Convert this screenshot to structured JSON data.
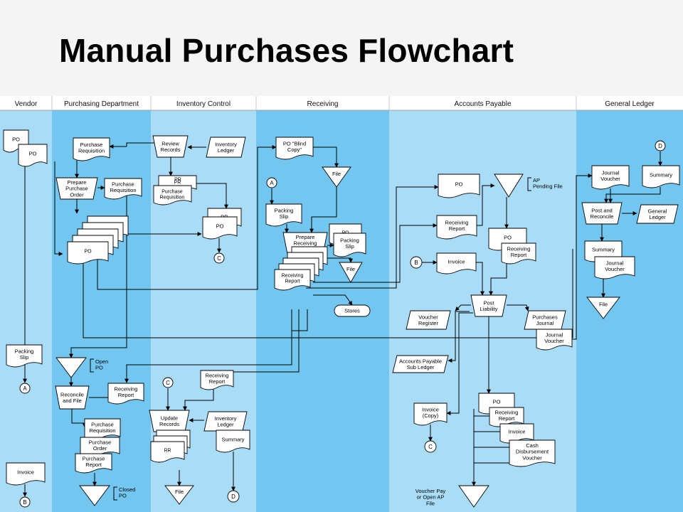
{
  "title": "Manual Purchases Flowchart",
  "colors": {
    "lane_light": "#a9dcf6",
    "lane_dark": "#73c6ef",
    "header_bg": "#ffffff",
    "doc_fill": "#ffffff",
    "line": "#000000"
  },
  "lanes": [
    "Vendor",
    "Purchasing Department",
    "Inventory Control",
    "Receiving",
    "Accounts Payable",
    "General Ledger"
  ],
  "labels": {
    "po": "PO",
    "purchase_requisition": [
      "Purchase",
      "Requisition"
    ],
    "prepare_purchase_order": [
      "Prepare",
      "Purchase",
      "Order"
    ],
    "review_records": [
      "Review",
      "Records"
    ],
    "inventory_ledger": [
      "Inventory",
      "Ledger"
    ],
    "pr": "PR",
    "po_blind_copy": [
      "PO \"Blind",
      "Copy\""
    ],
    "file": "File",
    "packing_slip": [
      "Packing",
      "Slip"
    ],
    "prepare_receiving_report": [
      "Prepare",
      "Receiving",
      "Report"
    ],
    "rr": "RR",
    "receiving_report": [
      "Receiving",
      "Report"
    ],
    "stores": "Stores",
    "ap_pending_file": [
      "AP",
      "Pending File"
    ],
    "invoice": "Invoice",
    "post_liability": [
      "Post",
      "Liability"
    ],
    "voucher_register": [
      "Voucher",
      "Register"
    ],
    "purchases_journal": [
      "Purchases",
      "Journal"
    ],
    "journal_voucher": [
      "Journal",
      "Voucher"
    ],
    "accounts_payable_sub_ledger": [
      "Accounts Payable",
      "Sub Ledger"
    ],
    "invoice_copy": [
      "Invoice",
      "(Copy)"
    ],
    "cash_disbursement_voucher": [
      "Cash",
      "Disbursement",
      "Voucher"
    ],
    "voucher_pay_or_open_ap_file": [
      "Voucher Pay",
      "or Open AP",
      "File"
    ],
    "summary": "Summary",
    "post_and_reconcile": [
      "Post and",
      "Reconcile"
    ],
    "general_ledger": [
      "General",
      "Ledger"
    ],
    "open_po": [
      "Open",
      "PO"
    ],
    "reconcile_and_file": [
      "Reconcile",
      "and File"
    ],
    "purchase_order": [
      "Purchase",
      "Order"
    ],
    "purchase_report": [
      "Purchase",
      "Report"
    ],
    "closed_po": [
      "Closed",
      "PO"
    ],
    "update_records": [
      "Update",
      "Records"
    ],
    "connector_a": "A",
    "connector_b": "B",
    "connector_c": "C",
    "connector_d": "D"
  }
}
